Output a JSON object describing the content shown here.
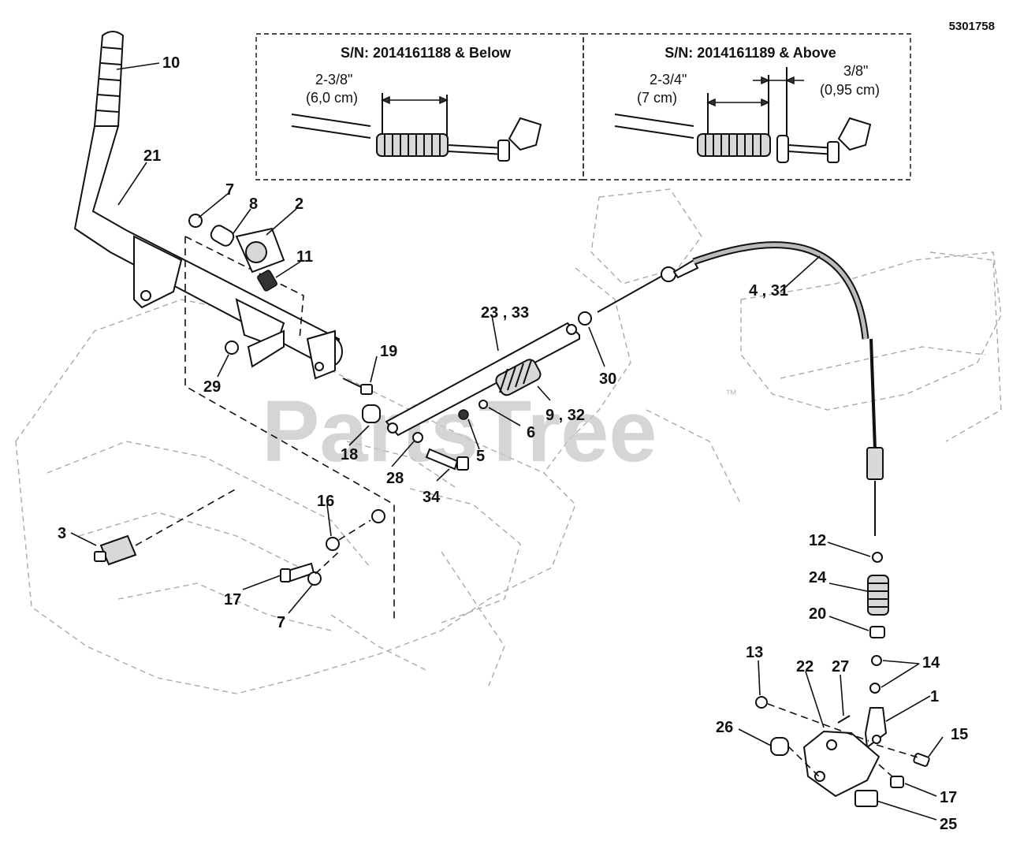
{
  "document": {
    "number": "5301758"
  },
  "watermark": {
    "text": "PartsTree",
    "trademark": "™"
  },
  "insets": [
    {
      "title": "S/N: 2014161188 & Below",
      "dimension": "2-3/8\"",
      "dimension_metric": "(6,0 cm)"
    },
    {
      "title": "S/N: 2014161189 & Above",
      "dimension": "2-3/4\"",
      "dimension_metric": "(7 cm)",
      "dimension2": "3/8\"",
      "dimension2_metric": "(0,95 cm)"
    }
  ],
  "callouts": {
    "c1": "1",
    "c2": "2",
    "c3": "3",
    "c4_31": "4 , 31",
    "c5": "5",
    "c6": "6",
    "c7_top": "7",
    "c7_bottom": "7",
    "c8": "8",
    "c9_32": "9 , 32",
    "c10": "10",
    "c11": "11",
    "c12": "12",
    "c13": "13",
    "c14": "14",
    "c15": "15",
    "c16": "16",
    "c17_left": "17",
    "c17_right": "17",
    "c18": "18",
    "c19": "19",
    "c20": "20",
    "c21": "21",
    "c22": "22",
    "c23_33": "23 , 33",
    "c24": "24",
    "c25": "25",
    "c26": "26",
    "c27": "27",
    "c28": "28",
    "c29": "29",
    "c30": "30",
    "c34": "34"
  }
}
